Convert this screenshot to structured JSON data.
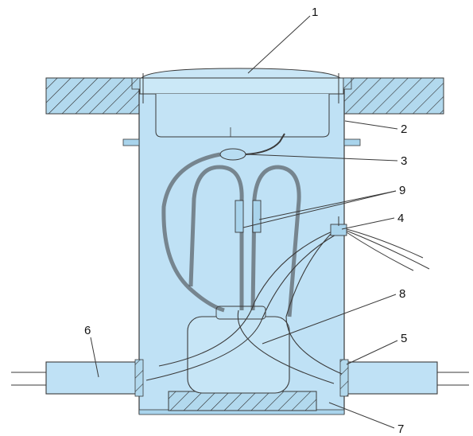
{
  "callouts": [
    {
      "id": "1",
      "label": "1"
    },
    {
      "id": "2",
      "label": "2"
    },
    {
      "id": "3",
      "label": "3"
    },
    {
      "id": "4",
      "label": "4"
    },
    {
      "id": "5",
      "label": "5"
    },
    {
      "id": "6",
      "label": "6"
    },
    {
      "id": "7",
      "label": "7"
    },
    {
      "id": "8",
      "label": "8"
    },
    {
      "id": "9",
      "label": "9"
    }
  ],
  "colors": {
    "housing_fill": "#bfe1f5",
    "outline": "#3a3a3a",
    "hatch": "#2f2f2f",
    "slab_fill": "#b2d9ee"
  }
}
